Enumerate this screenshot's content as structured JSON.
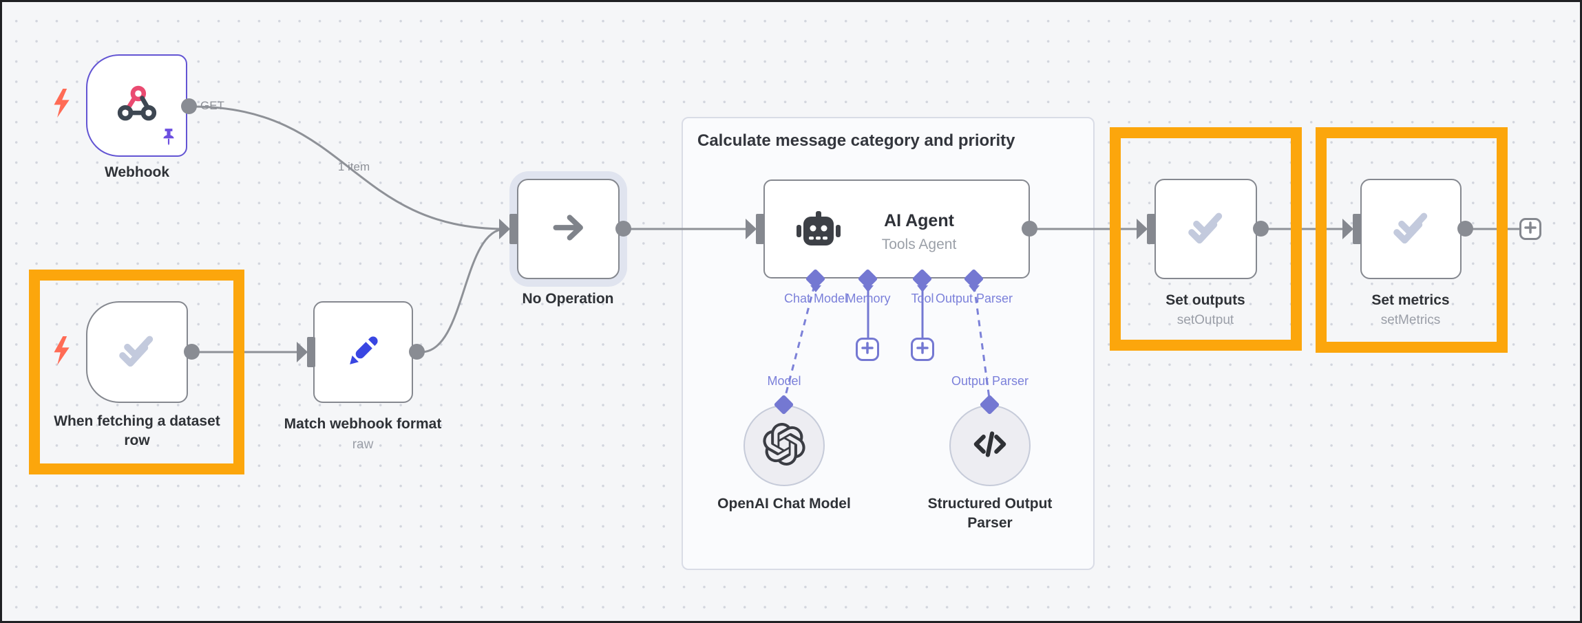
{
  "workflow": {
    "group_title": "Calculate message category and priority",
    "item_count_label": "1 item"
  },
  "colors": {
    "canvas_bg": "#f5f6f8",
    "grid_dot": "#d2d5dd",
    "highlight_orange": "#fca60c",
    "node_border_gray": "#85888f",
    "selected_node_border": "#6254d3",
    "connector_indigo": "#7478d2",
    "wire_gray": "#8e9197",
    "bolt_red": "#ff6b55",
    "pencil_blue": "#3946e2",
    "check_periwinkle": "#c3cadd",
    "no_operation_halo": "#e0e4ef"
  },
  "nodes": {
    "webhook": {
      "label": "Webhook",
      "output_label": "GET"
    },
    "dataset_trigger": {
      "label": "When fetching a dataset row"
    },
    "match_format": {
      "label": "Match webhook format",
      "subtitle": "raw"
    },
    "no_operation": {
      "label": "No Operation"
    },
    "ai_agent": {
      "title": "AI Agent",
      "subtitle": "Tools Agent",
      "ports": [
        {
          "label": "Chat Model"
        },
        {
          "label": "Memory"
        },
        {
          "label": "Tool"
        },
        {
          "label": "Output Parser"
        }
      ]
    },
    "openai_chat_model": {
      "label": "OpenAI Chat Model",
      "port_label": "Model"
    },
    "structured_output_parser": {
      "label": "Structured Output Parser",
      "port_label": "Output Parser"
    },
    "set_outputs": {
      "label": "Set outputs",
      "subtitle": "setOutput"
    },
    "set_metrics": {
      "label": "Set metrics",
      "subtitle": "setMetrics"
    }
  },
  "icons": {
    "webhook": "webhook-icon",
    "pin": "pin-icon",
    "lightning": "lightning-icon",
    "double_check": "double-check-icon",
    "pencil": "pencil-icon",
    "arrow_right": "arrow-right-icon",
    "robot": "robot-icon",
    "openai": "openai-logo-icon",
    "code_brackets": "code-brackets-icon",
    "plus": "plus-icon"
  }
}
